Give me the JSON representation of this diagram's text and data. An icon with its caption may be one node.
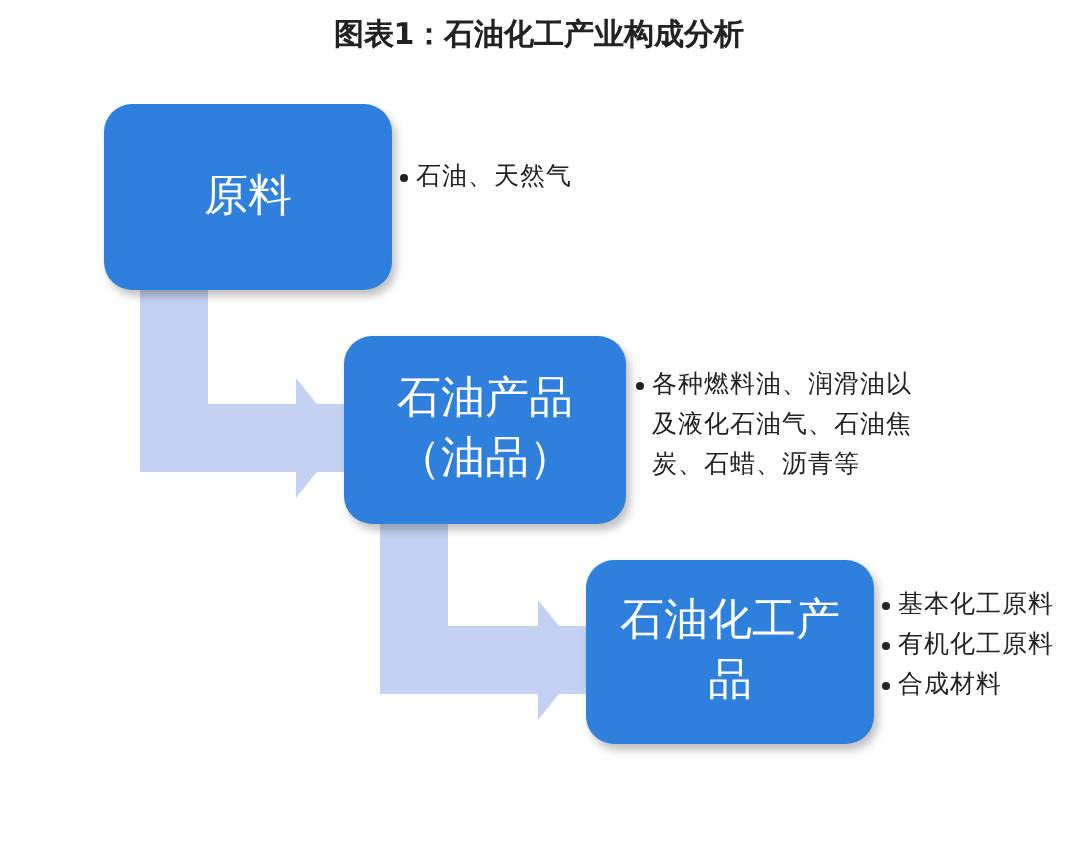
{
  "diagram": {
    "title": "图表1：石油化工产业构成分析",
    "nodes": [
      {
        "text": [
          "原料"
        ],
        "beside": [
          "石油、天然气"
        ]
      },
      {
        "text": [
          "石油产品（油品）"
        ],
        "beside": [
          "各种燃料油、润滑油以及液化石油气、石油焦炭、石蜡、沥青等"
        ]
      },
      {
        "text": [
          "石油化工产品"
        ],
        "beside": [
          "基本化工原料",
          "有机化工原料",
          "合成材料"
        ]
      }
    ],
    "edges": [
      {
        "from": 0,
        "to": 1,
        "arrow": "to"
      },
      {
        "from": 1,
        "to": 2,
        "arrow": "to"
      }
    ]
  }
}
